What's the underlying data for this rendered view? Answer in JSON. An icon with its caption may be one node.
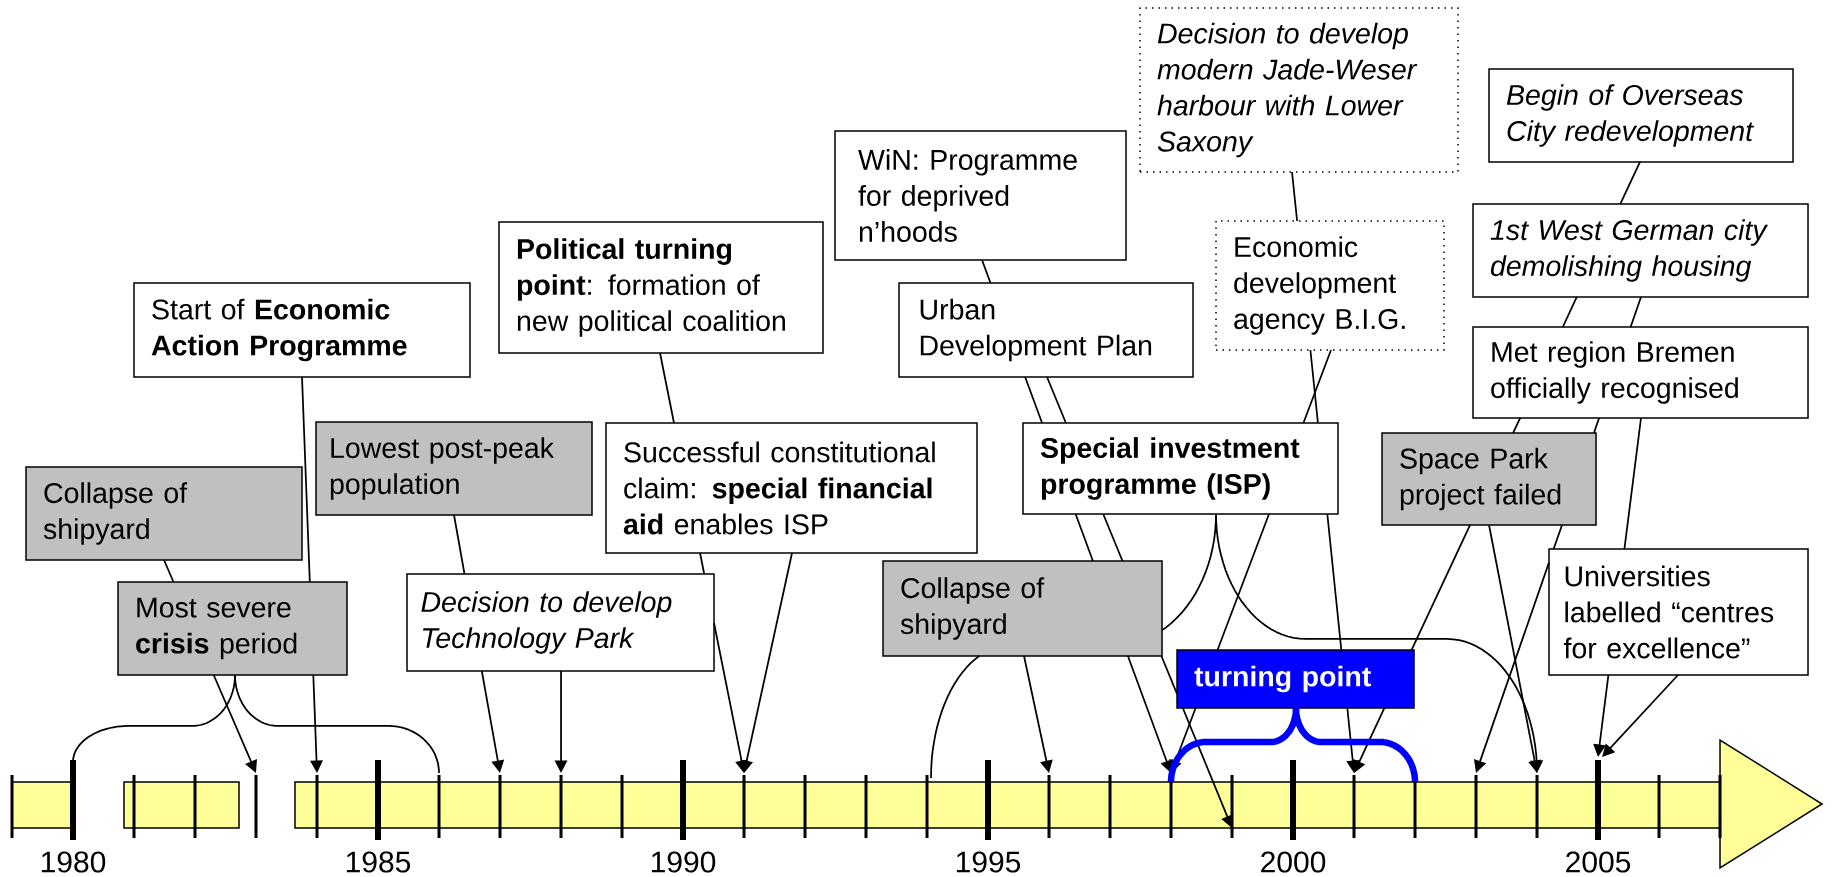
{
  "diagram": {
    "nodes": [
      {
        "text": [
          "Decision to develop modern Jade-Weser harbour with Lower Saxony"
        ]
      },
      {
        "text": [
          "Begin of Overseas City redevelopment"
        ]
      },
      {
        "text": [
          "WiN: Programme for deprived n’hoods"
        ]
      },
      {
        "text": [
          "1st West German city demolishing housing"
        ]
      },
      {
        "text": [
          "**Political turning point**: formation of new political coalition"
        ]
      },
      {
        "text": [
          "Economic development agency B.I.G."
        ]
      },
      {
        "text": [
          "Start of **Economic Action Programme**"
        ]
      },
      {
        "text": [
          "Urban Development Plan"
        ]
      },
      {
        "text": [
          "Met region Bremen officially recognised"
        ]
      },
      {
        "text": [
          "Lowest post-peak population"
        ]
      },
      {
        "text": [
          "Successful constitutional claim: **special financial aid** enables ISP"
        ]
      },
      {
        "text": [
          "Special investment programme (ISP)"
        ]
      },
      {
        "text": [
          "Space Park project failed"
        ]
      },
      {
        "text": [
          "Collapse of shipyard"
        ]
      },
      {
        "text": [
          "Universities labelled “centres for excellence”"
        ]
      },
      {
        "text": [
          "Collapse of shipyard"
        ]
      },
      {
        "text": [
          "Decision to develop Technology Park"
        ]
      },
      {
        "text": [
          "Most severe **crisis** period"
        ]
      },
      {
        "text": [
          "turning point"
        ]
      }
    ],
    "edges": [
      {
        "from": 6,
        "to": null,
        "arrow": "to"
      },
      {
        "from": 13,
        "to": null,
        "arrow": "to"
      },
      {
        "from": 17,
        "to": null,
        "arrow": "none"
      },
      {
        "from": 17,
        "to": null,
        "arrow": "none"
      },
      {
        "from": 9,
        "to": null,
        "arrow": "to"
      },
      {
        "from": 16,
        "to": null,
        "arrow": "to"
      },
      {
        "from": 4,
        "to": null,
        "arrow": "to"
      },
      {
        "from": 10,
        "to": null,
        "arrow": "to"
      },
      {
        "from": 2,
        "to": null,
        "arrow": "to"
      },
      {
        "from": 7,
        "to": null,
        "arrow": "to"
      },
      {
        "from": 15,
        "to": null,
        "arrow": "to"
      },
      {
        "from": 11,
        "to": null,
        "arrow": "none"
      },
      {
        "from": 11,
        "to": null,
        "arrow": "to"
      },
      {
        "from": 5,
        "to": null,
        "arrow": "to"
      },
      {
        "from": 0,
        "to": null,
        "arrow": "to"
      },
      {
        "from": 1,
        "to": null,
        "arrow": "to"
      },
      {
        "from": 3,
        "to": null,
        "arrow": "to"
      },
      {
        "from": 12,
        "to": null,
        "arrow": "to"
      },
      {
        "from": 8,
        "to": null,
        "arrow": "to"
      },
      {
        "from": 14,
        "to": null,
        "arrow": "to"
      },
      {
        "from": 18,
        "to": null,
        "arrow": "none",
        "style": "thick",
        "color": "#0000ff"
      },
      {
        "from": 18,
        "to": null,
        "arrow": "none",
        "style": "thick",
        "color": "#0000ff"
      }
    ],
    "labels": [
      "1980",
      "1985",
      "1990",
      "1995",
      "2000",
      "2005"
    ]
  }
}
